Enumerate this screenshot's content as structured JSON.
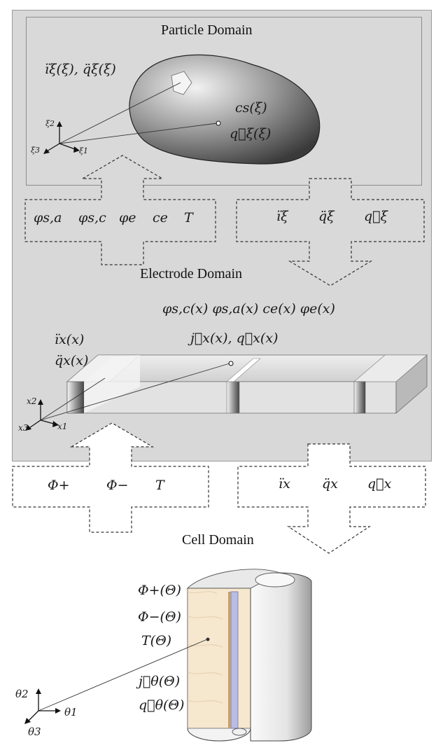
{
  "particle": {
    "title": "Particle Domain",
    "label_flux": "ïξ(ξ), q̈ξ(ξ)",
    "label_conc": "cs(ξ)",
    "label_heat": "q⃛ξ(ξ)",
    "axes": [
      "ξ2",
      "ξ3",
      "ξ1"
    ]
  },
  "down_left_box": {
    "items": [
      "φs,a",
      "φs,c",
      "φe",
      "ce",
      "T"
    ]
  },
  "up_right_box": {
    "items": [
      "ïξ",
      "q̈ξ",
      "q⃛ξ"
    ]
  },
  "electrode": {
    "title": "Electrode Domain",
    "label_potentials": "φs,c(x)  φs,a(x)  ce(x)  φe(x)",
    "label_reaction": "j⃛x(x),  q⃛x(x)",
    "label_flux_i": "ïx(x)",
    "label_flux_q": "q̈x(x)",
    "axes": [
      "x2",
      "x3",
      "x1"
    ]
  },
  "down_left_box2": {
    "items": [
      "Φ+",
      "Φ−",
      "T"
    ]
  },
  "up_right_box2": {
    "items": [
      "ïx",
      "q̈x",
      "q⃛x"
    ]
  },
  "cell": {
    "title": "Cell Domain",
    "labels": [
      "Φ+(Θ)",
      "Φ−(Θ)",
      "T(Θ)",
      "j⃛θ(Θ)",
      "q⃛θ(Θ)"
    ],
    "axes": [
      "θ2",
      "θ1",
      "θ3"
    ]
  }
}
